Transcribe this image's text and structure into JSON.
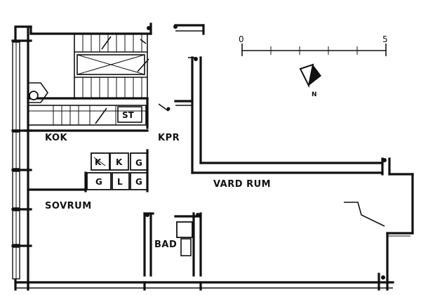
{
  "rooms": {
    "kok": "KOK",
    "kpr": "KPR",
    "vardrum": "VARD RUM",
    "sovrum": "SOVRUM",
    "bad": "BAD"
  },
  "fixtures": {
    "st": "ST",
    "k1": "K",
    "k2": "K",
    "g1": "G",
    "g2": "G",
    "g3": "G",
    "l": "L"
  },
  "scale": {
    "start": "0",
    "end": "5"
  },
  "north": {
    "label": "N"
  }
}
